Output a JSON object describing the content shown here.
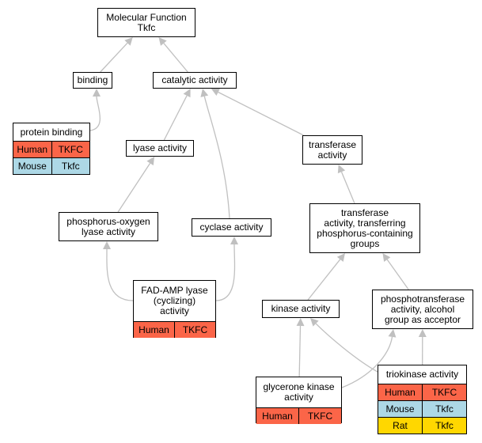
{
  "colors": {
    "edge": "#c0c0c0",
    "human": "#fb6548",
    "mouse": "#add8e6",
    "rat": "#ffd700"
  },
  "nodes": {
    "molecular_function": {
      "label": "Molecular Function\nTkfc"
    },
    "binding": {
      "label": "binding"
    },
    "catalytic_activity": {
      "label": "catalytic activity"
    },
    "protein_binding": {
      "label": "protein binding",
      "rows": [
        {
          "species": "Human",
          "gene": "TKFC",
          "color": "human"
        },
        {
          "species": "Mouse",
          "gene": "Tkfc",
          "color": "mouse"
        }
      ]
    },
    "lyase_activity": {
      "label": "lyase activity"
    },
    "transferase_activity": {
      "label": "transferase\nactivity"
    },
    "phosphorus_oxygen_lyase": {
      "label": "phosphorus-oxygen\nlyase activity"
    },
    "cyclase_activity": {
      "label": "cyclase activity"
    },
    "transferase_phosphorus": {
      "label": "transferase\nactivity, transferring\nphosphorus-containing\ngroups"
    },
    "fad_amp_lyase": {
      "label": "FAD-AMP lyase\n(cyclizing)\nactivity",
      "rows": [
        {
          "species": "Human",
          "gene": "TKFC",
          "color": "human"
        }
      ]
    },
    "kinase_activity": {
      "label": "kinase activity"
    },
    "phosphotransferase_alcohol": {
      "label": "phosphotransferase\nactivity, alcohol\ngroup as acceptor"
    },
    "glycerone_kinase": {
      "label": "glycerone kinase\nactivity",
      "rows": [
        {
          "species": "Human",
          "gene": "TKFC",
          "color": "human"
        }
      ]
    },
    "triokinase_activity": {
      "label": "triokinase activity",
      "rows": [
        {
          "species": "Human",
          "gene": "TKFC",
          "color": "human"
        },
        {
          "species": "Mouse",
          "gene": "Tkfc",
          "color": "mouse"
        },
        {
          "species": "Rat",
          "gene": "Tkfc",
          "color": "rat"
        }
      ]
    }
  },
  "edges": [
    {
      "from": "binding",
      "to": "molecular_function"
    },
    {
      "from": "catalytic_activity",
      "to": "molecular_function"
    },
    {
      "from": "protein_binding",
      "to": "binding"
    },
    {
      "from": "lyase_activity",
      "to": "catalytic_activity"
    },
    {
      "from": "cyclase_activity",
      "to": "catalytic_activity"
    },
    {
      "from": "transferase_activity",
      "to": "catalytic_activity"
    },
    {
      "from": "phosphorus_oxygen_lyase",
      "to": "lyase_activity"
    },
    {
      "from": "transferase_phosphorus",
      "to": "transferase_activity"
    },
    {
      "from": "fad_amp_lyase",
      "to": "phosphorus_oxygen_lyase"
    },
    {
      "from": "fad_amp_lyase",
      "to": "cyclase_activity"
    },
    {
      "from": "kinase_activity",
      "to": "transferase_phosphorus"
    },
    {
      "from": "phosphotransferase_alcohol",
      "to": "transferase_phosphorus"
    },
    {
      "from": "glycerone_kinase",
      "to": "kinase_activity"
    },
    {
      "from": "glycerone_kinase",
      "to": "phosphotransferase_alcohol"
    },
    {
      "from": "triokinase_activity",
      "to": "kinase_activity"
    },
    {
      "from": "triokinase_activity",
      "to": "phosphotransferase_alcohol"
    }
  ]
}
